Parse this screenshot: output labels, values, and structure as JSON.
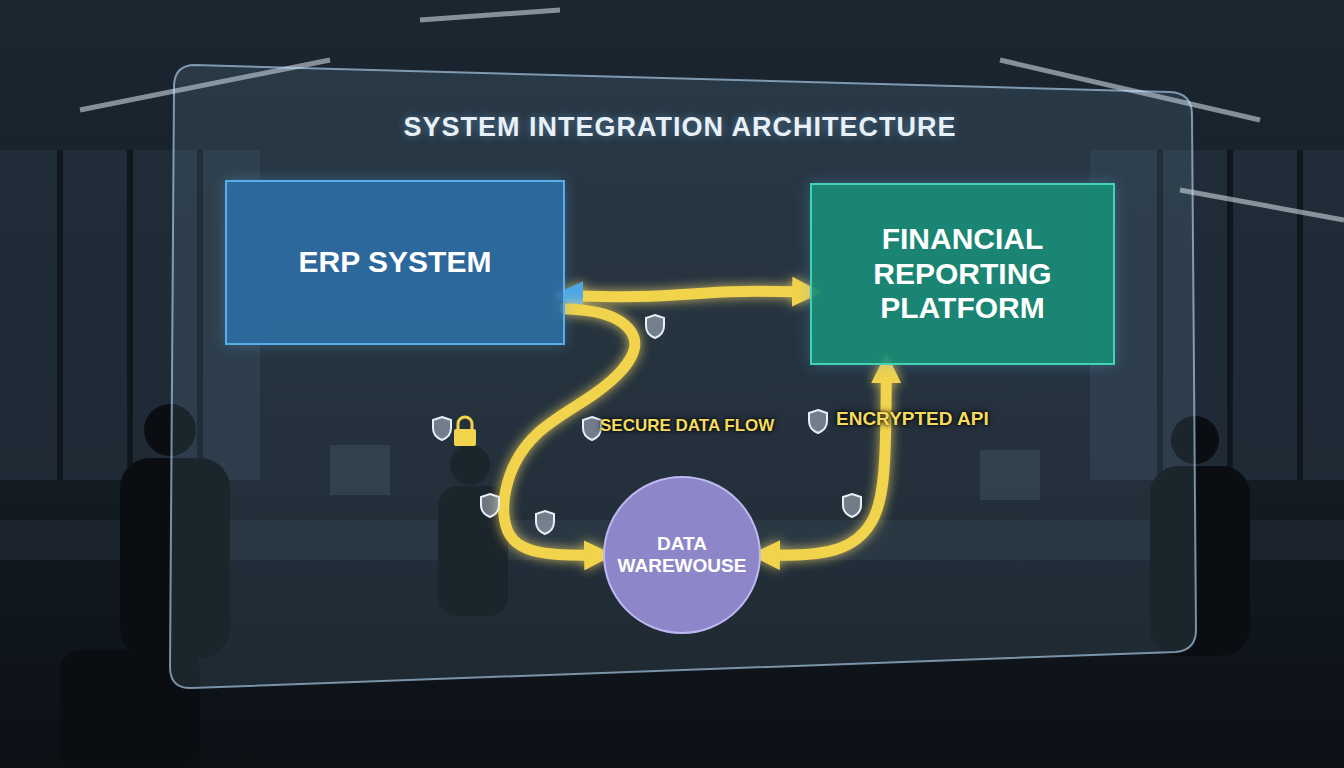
{
  "diagram": {
    "title": "SYSTEM INTEGRATION ARCHITECTURE",
    "nodes": [
      {
        "text": [
          "ERP SYSTEM"
        ]
      },
      {
        "text": [
          "FINANCIAL REPORTING PLATFORM"
        ]
      },
      {
        "text": [
          "DATA WAREWOUSE"
        ]
      }
    ],
    "edges": [
      {
        "from": 0,
        "to": 1,
        "arrow": "both"
      },
      {
        "from": 0,
        "to": 2,
        "label": "SECURE DATA FLOW",
        "arrow": "to"
      },
      {
        "from": 2,
        "to": 1,
        "label": "ENCRYPTED API",
        "arrow": "both"
      }
    ]
  }
}
